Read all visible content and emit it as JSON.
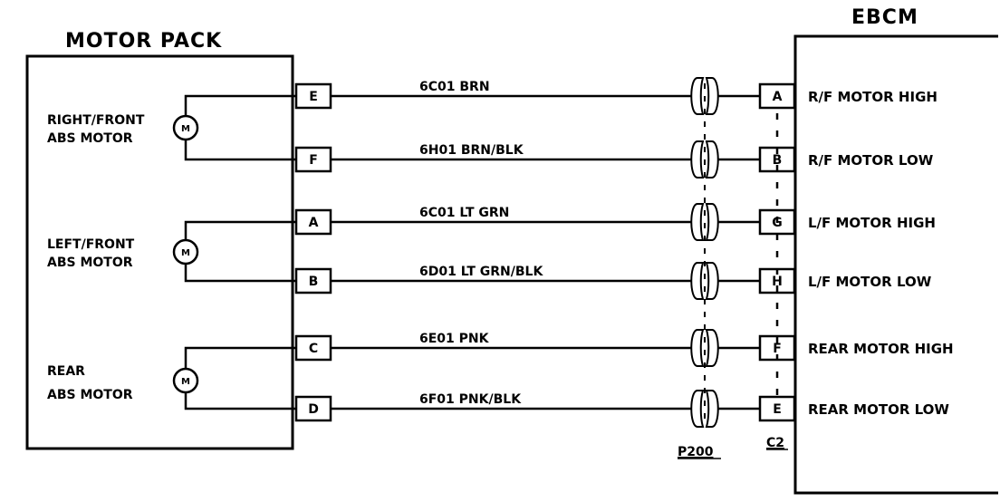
{
  "motor_pack": {
    "title": "MOTOR PACK",
    "motors": [
      {
        "line1": "RIGHT/FRONT",
        "line2": "ABS MOTOR",
        "symbol": "M",
        "pins": [
          "E",
          "F"
        ]
      },
      {
        "line1": "LEFT/FRONT",
        "line2": "ABS MOTOR",
        "symbol": "M",
        "pins": [
          "A",
          "B"
        ]
      },
      {
        "line1": "REAR",
        "line2": "ABS MOTOR",
        "symbol": "M",
        "pins": [
          "C",
          "D"
        ]
      }
    ]
  },
  "ebcm": {
    "title": "EBCM",
    "connector_label": "C2"
  },
  "inline_connector": {
    "label": "P200"
  },
  "wires": [
    {
      "mp_pin": "E",
      "wire": "6C01 BRN",
      "ebcm_pin": "A",
      "circuit": "R/F MOTOR HIGH"
    },
    {
      "mp_pin": "F",
      "wire": "6H01 BRN/BLK",
      "ebcm_pin": "B",
      "circuit": "R/F MOTOR LOW"
    },
    {
      "mp_pin": "A",
      "wire": "6C01 LT GRN",
      "ebcm_pin": "G",
      "circuit": "L/F MOTOR HIGH"
    },
    {
      "mp_pin": "B",
      "wire": "6D01 LT GRN/BLK",
      "ebcm_pin": "H",
      "circuit": "L/F MOTOR LOW"
    },
    {
      "mp_pin": "C",
      "wire": "6E01 PNK",
      "ebcm_pin": "F",
      "circuit": "REAR MOTOR HIGH"
    },
    {
      "mp_pin": "D",
      "wire": "6F01 PNK/BLK",
      "ebcm_pin": "E",
      "circuit": "REAR MOTOR LOW"
    }
  ]
}
